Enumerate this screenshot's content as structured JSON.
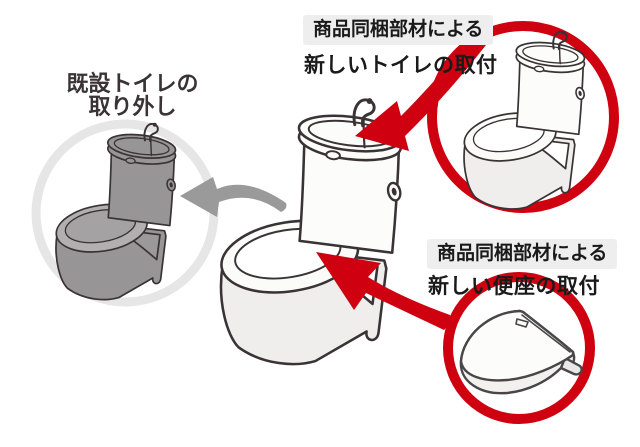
{
  "labels": {
    "existing": {
      "line1": "既設トイレの",
      "line2": "取り外し"
    },
    "new_toilet": {
      "badge": "商品同梱部材による",
      "caption": "新しいトイレの取付"
    },
    "new_seat": {
      "badge": "商品同梱部材による",
      "caption": "新しい便座の取付"
    }
  },
  "colors": {
    "accent_red": "#cf000f",
    "gray_arrow": "#9b9a9a",
    "ring_gray": "#e7e6e6",
    "badge_bg": "#eeeeee",
    "text_dark": "#1a1a1a",
    "old_label": "#3a3336"
  }
}
